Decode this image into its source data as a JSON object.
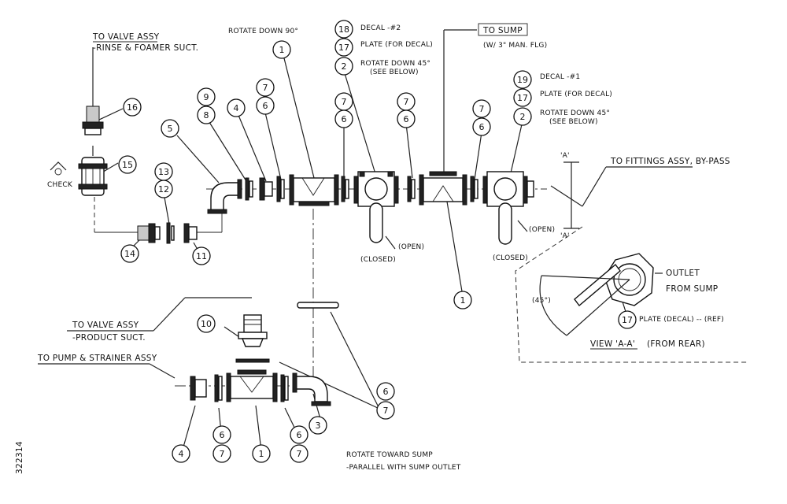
{
  "drawing_number": "322314",
  "labels": {
    "to_valve_assy_rinse_1": "TO VALVE ASSY",
    "to_valve_assy_rinse_2": "-RINSE & FOAMER SUCT.",
    "check": "CHECK",
    "rotate_down_90": "ROTATE DOWN 90°",
    "decal_2": "DECAL -#2",
    "plate_for_decal_a": "PLATE (FOR DECAL)",
    "rotate_down_45_a": "ROTATE DOWN 45°",
    "see_below_a": "(SEE BELOW)",
    "to_sump": "TO SUMP",
    "man_flg": "(W/ 3\" MAN. FLG)",
    "decal_1": "DECAL -#1",
    "plate_for_decal_b": "PLATE (FOR DECAL)",
    "rotate_down_45_b": "ROTATE DOWN 45°",
    "see_below_b": "(SEE BELOW)",
    "section_a_top": "'A'",
    "section_a_bottom": "'A'",
    "to_fittings_assy": "TO FITTINGS ASSY, BY-PASS",
    "open_a": "(OPEN)",
    "closed_a": "(CLOSED)",
    "open_b": "(OPEN)",
    "closed_b": "(CLOSED)",
    "outlet": "OUTLET",
    "from_sump": "FROM SUMP",
    "angle_45": "(45°)",
    "plate_decal_ref": "PLATE (DECAL) -- (REF)",
    "view_aa": "VIEW 'A-A'",
    "from_rear": "(FROM REAR)",
    "to_valve_assy_product_1": "TO VALVE ASSY",
    "to_valve_assy_product_2": "-PRODUCT SUCT.",
    "to_pump_strainer": "TO PUMP & STRAINER ASSY",
    "rotate_toward_sump": "ROTATE TOWARD SUMP",
    "parallel_sump_outlet": "-PARALLEL WITH SUMP OUTLET"
  },
  "balloons": [
    {
      "id": "b16",
      "text": "16"
    },
    {
      "id": "b15",
      "text": "15"
    },
    {
      "id": "b14",
      "text": "14"
    },
    {
      "id": "b13",
      "text": "13"
    },
    {
      "id": "b12",
      "text": "12"
    },
    {
      "id": "b11",
      "text": "11"
    },
    {
      "id": "b5",
      "text": "5"
    },
    {
      "id": "b9",
      "text": "9"
    },
    {
      "id": "b8",
      "text": "8"
    },
    {
      "id": "b4a",
      "text": "4"
    },
    {
      "id": "b7a",
      "text": "7"
    },
    {
      "id": "b6a",
      "text": "6"
    },
    {
      "id": "b1a",
      "text": "1"
    },
    {
      "id": "b7b",
      "text": "7"
    },
    {
      "id": "b6b",
      "text": "6"
    },
    {
      "id": "b18",
      "text": "18"
    },
    {
      "id": "b17a",
      "text": "17"
    },
    {
      "id": "b2a",
      "text": "2"
    },
    {
      "id": "b7c",
      "text": "7"
    },
    {
      "id": "b6c",
      "text": "6"
    },
    {
      "id": "b1b",
      "text": "1"
    },
    {
      "id": "b7d",
      "text": "7"
    },
    {
      "id": "b6d",
      "text": "6"
    },
    {
      "id": "b19",
      "text": "19"
    },
    {
      "id": "b17b",
      "text": "17"
    },
    {
      "id": "b2b",
      "text": "2"
    },
    {
      "id": "b17c",
      "text": "17"
    },
    {
      "id": "b10",
      "text": "10"
    },
    {
      "id": "b6e",
      "text": "6"
    },
    {
      "id": "b7e",
      "text": "7"
    },
    {
      "id": "b4b",
      "text": "4"
    },
    {
      "id": "b6f",
      "text": "6"
    },
    {
      "id": "b7f",
      "text": "7"
    },
    {
      "id": "b1c",
      "text": "1"
    },
    {
      "id": "b6g",
      "text": "6"
    },
    {
      "id": "b7g",
      "text": "7"
    },
    {
      "id": "b3",
      "text": "3"
    }
  ]
}
